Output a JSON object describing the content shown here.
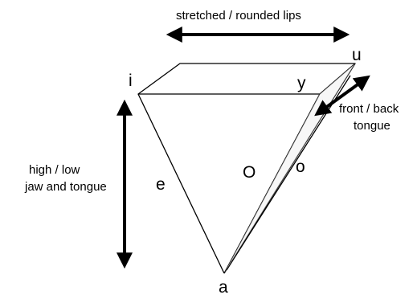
{
  "vowels": {
    "i": "i",
    "y": "y",
    "u": "u",
    "e": "e",
    "O": "O",
    "o": "o",
    "a": "a"
  },
  "annotations": {
    "lips": "stretched / rounded lips",
    "tongue_line1": "front / back",
    "tongue_line2": "tongue",
    "height_line1": "high / low",
    "height_line2": "jaw and tongue"
  },
  "colors": {
    "stroke": "#000000",
    "background": "#ffffff"
  }
}
